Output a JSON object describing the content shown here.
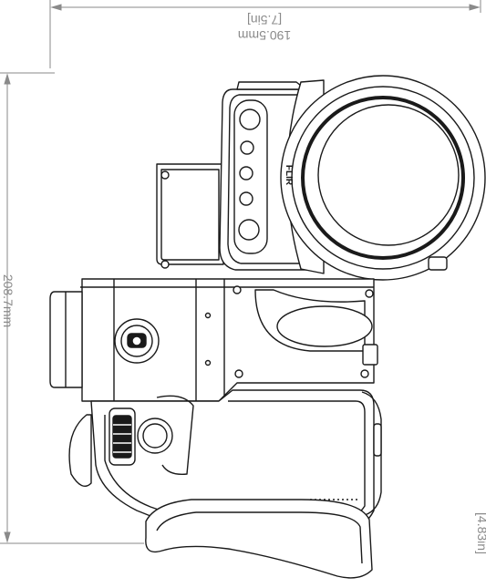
{
  "dimensions": {
    "width_metric": "190.5mm",
    "width_imperial": "[7.5in]",
    "height_metric": "208.7mm",
    "height_imperial": "[4.83in]"
  },
  "device": {
    "brand_text": "FLIR"
  },
  "colors": {
    "line": "#1a1a1a",
    "dimension_line": "#8a8a8a",
    "background": "#ffffff"
  }
}
